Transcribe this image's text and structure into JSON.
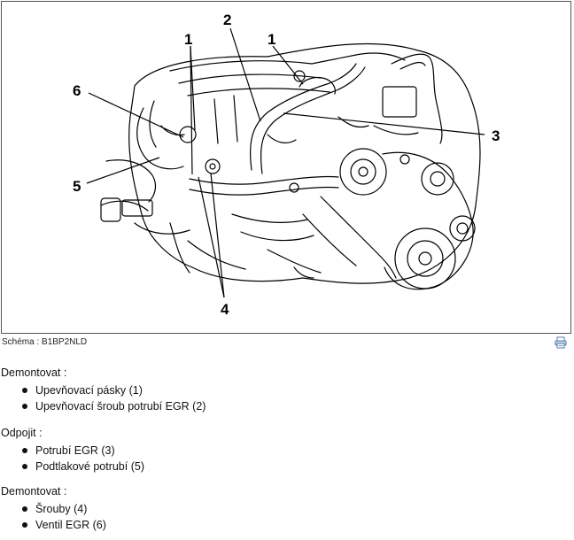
{
  "figure": {
    "callouts": {
      "c1a": "1",
      "c1b": "1",
      "c2": "2",
      "c3": "3",
      "c4": "4",
      "c5": "5",
      "c6": "6"
    }
  },
  "caption": {
    "text": "Schéma : B1BP2NLD",
    "print_icon": "printer-icon"
  },
  "sections": [
    {
      "heading": "Demontovat :",
      "items": [
        "Upevňovací pásky (1)",
        "Upevňovací šroub potrubí EGR (2)"
      ]
    },
    {
      "heading": "Odpojit :",
      "items": [
        "Potrubí EGR (3)",
        "Podtlakové potrubí (5)"
      ]
    },
    {
      "heading": "Demontovat :",
      "items": [
        "Šrouby (4)",
        "Ventil EGR (6)"
      ]
    }
  ]
}
